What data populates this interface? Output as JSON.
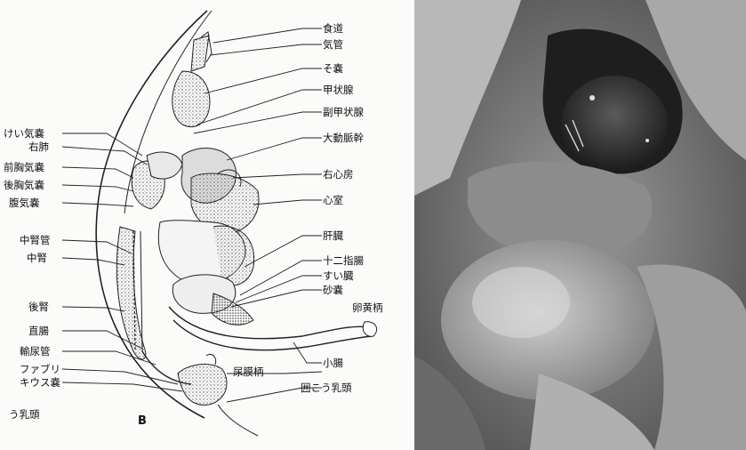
{
  "diagram": {
    "labels_right": [
      "食道",
      "気管",
      "そ嚢",
      "甲状腺",
      "副甲状腺",
      "大動脈幹",
      "右心房",
      "心室",
      "肝臓",
      "十二指腸",
      "すい臓",
      "砂嚢",
      "小腸",
      "尿膜柄",
      "囲こう乳頭"
    ],
    "labels_left": [
      "けい気嚢",
      "右肺",
      "前胸気嚢",
      "後胸気嚢",
      "腹気嚢",
      "中腎管",
      "中腎",
      "後腎",
      "直腸",
      "輸尿管",
      "ファブリ",
      "キウス嚢",
      "う乳頭"
    ],
    "yolk_stalk_label": "卵黄柄",
    "panel_letter": "B"
  },
  "photo": {
    "image": "dissection-photograph"
  }
}
